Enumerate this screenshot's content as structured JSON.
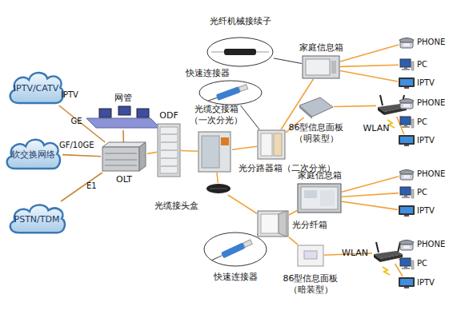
{
  "diagram": {
    "nodes": [
      {
        "text": [
          "IPTV/CATV"
        ]
      },
      {
        "text": [
          "软交换网络"
        ]
      },
      {
        "text": [
          "PSTN/TDM"
        ]
      },
      {
        "text": [
          "网管"
        ]
      },
      {
        "text": [
          "OLT"
        ]
      },
      {
        "text": [
          "ODF"
        ]
      },
      {
        "text": [
          "光缆交接箱 （一次分光）"
        ]
      },
      {
        "text": [
          "光缆接头盒"
        ]
      },
      {
        "text": [
          "光分路器箱（二次分光）"
        ]
      },
      {
        "text": [
          "光分纤箱"
        ]
      },
      {
        "text": [
          "家庭信息箱"
        ]
      },
      {
        "text": [
          "86型信息面板 （明装型）"
        ]
      },
      {
        "text": [
          "WLAN"
        ]
      },
      {
        "text": [
          "PHONE"
        ]
      },
      {
        "text": [
          "PC"
        ]
      },
      {
        "text": [
          "IPTV"
        ]
      },
      {
        "text": [
          "PHONE"
        ]
      },
      {
        "text": [
          "PC"
        ]
      },
      {
        "text": [
          "IPTV"
        ]
      },
      {
        "text": [
          "家庭信息箱"
        ]
      },
      {
        "text": [
          "PHONE"
        ]
      },
      {
        "text": [
          "PC"
        ]
      },
      {
        "text": [
          "IPTV"
        ]
      },
      {
        "text": [
          "86型信息面板 （暗装型）"
        ]
      },
      {
        "text": [
          "WLAN"
        ]
      },
      {
        "text": [
          "PHONE"
        ]
      },
      {
        "text": [
          "PC"
        ]
      },
      {
        "text": [
          "IPTV"
        ]
      },
      {
        "text": [
          "光纤机械接续子"
        ]
      },
      {
        "text": [
          "快速连接器"
        ]
      },
      {
        "text": [
          "快速连接器"
        ]
      }
    ],
    "edges": [
      {
        "from": 0,
        "to": 4,
        "label": "GE",
        "arrow": "none"
      },
      {
        "from": 1,
        "to": 4,
        "label": "GF/10GE",
        "arrow": "none"
      },
      {
        "from": 2,
        "to": 4,
        "label": "E1",
        "arrow": "none"
      },
      {
        "from": 3,
        "to": 4,
        "arrow": "none"
      },
      {
        "from": 4,
        "to": 5,
        "arrow": "none"
      },
      {
        "from": 5,
        "to": 6,
        "arrow": "none"
      },
      {
        "from": 6,
        "to": 8,
        "arrow": "none"
      },
      {
        "from": 6,
        "to": 7,
        "arrow": "none"
      },
      {
        "from": 7,
        "to": 9,
        "arrow": "none"
      },
      {
        "from": 8,
        "to": 10,
        "arrow": "none"
      },
      {
        "from": 8,
        "to": 11,
        "arrow": "none"
      },
      {
        "from": 10,
        "to": 13,
        "arrow": "none"
      },
      {
        "from": 10,
        "to": 14,
        "arrow": "none"
      },
      {
        "from": 10,
        "to": 15,
        "arrow": "none"
      },
      {
        "from": 11,
        "to": 12,
        "arrow": "none"
      },
      {
        "from": 12,
        "to": 16,
        "arrow": "none"
      },
      {
        "from": 12,
        "to": 17,
        "arrow": "none"
      },
      {
        "from": 12,
        "to": 18,
        "arrow": "none"
      },
      {
        "from": 9,
        "to": 19,
        "arrow": "none"
      },
      {
        "from": 9,
        "to": 23,
        "arrow": "none"
      },
      {
        "from": 19,
        "to": 20,
        "arrow": "none"
      },
      {
        "from": 19,
        "to": 21,
        "arrow": "none"
      },
      {
        "from": 19,
        "to": 22,
        "arrow": "none"
      },
      {
        "from": 23,
        "to": 24,
        "arrow": "none"
      },
      {
        "from": 24,
        "to": 25,
        "arrow": "none"
      },
      {
        "from": 24,
        "to": 26,
        "arrow": "none"
      },
      {
        "from": 24,
        "to": 27,
        "arrow": "none"
      },
      {
        "from": 28,
        "to": 10,
        "arrow": "none"
      },
      {
        "from": 29,
        "to": 8,
        "arrow": "none"
      },
      {
        "from": 30,
        "to": 9,
        "arrow": "none"
      }
    ],
    "labels": [
      "IPTV"
    ]
  }
}
